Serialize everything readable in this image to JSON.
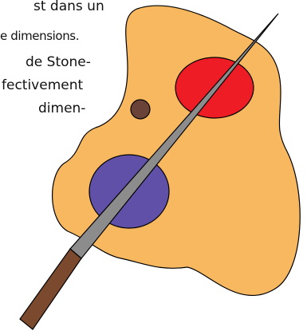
{
  "text_fragments": [
    "st dans un",
    "e dimensions.",
    "de Stone-",
    "fectivement",
    "dimen-"
  ],
  "figure": {
    "blob_fill": "#f8b860",
    "red_disc_fill": "#ee1c24",
    "blue_disc_fill": "#6050a8",
    "brown_dot_fill": "#6b4238",
    "needle_fill": "#8c8c8c",
    "handle_fill": "#7b4a2e",
    "outline": "#000000"
  }
}
